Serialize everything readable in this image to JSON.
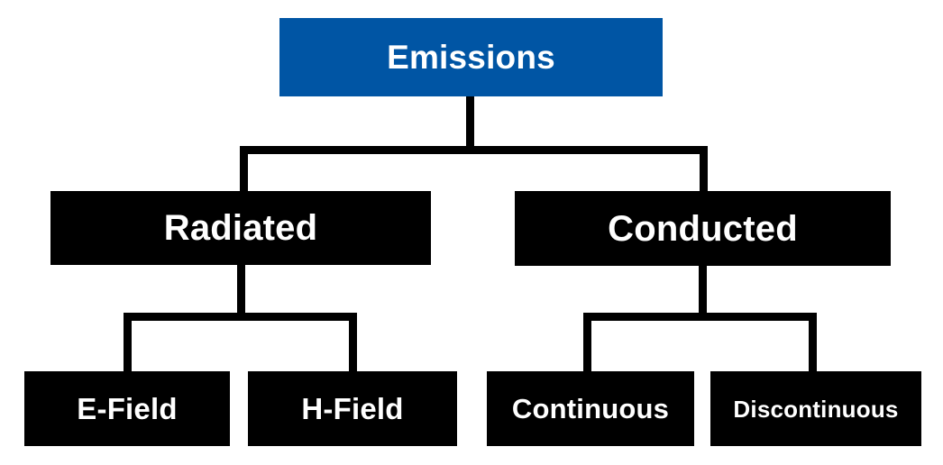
{
  "diagram": {
    "title": "Emissions",
    "type": "hierarchy-tree",
    "orientation": "top-down",
    "levels": 3,
    "colors": {
      "root_fill": "#0055A4",
      "node_fill": "#000000",
      "node_text": "#FFFFFF",
      "connector": "#000000",
      "background": "#FFFFFF"
    },
    "nodes": {
      "root": {
        "label": "Emissions",
        "level": 0
      },
      "branches": [
        {
          "id": "radiated",
          "label": "Radiated",
          "level": 1,
          "parent": "Emissions"
        },
        {
          "id": "conducted",
          "label": "Conducted",
          "level": 1,
          "parent": "Emissions"
        }
      ],
      "leaves": [
        {
          "id": "e-field",
          "label": "E-Field",
          "level": 2,
          "parent": "Radiated"
        },
        {
          "id": "h-field",
          "label": "H-Field",
          "level": 2,
          "parent": "Radiated"
        },
        {
          "id": "continuous",
          "label": "Continuous",
          "level": 2,
          "parent": "Conducted"
        },
        {
          "id": "discontinuous",
          "label": "Discontinuous",
          "level": 2,
          "parent": "Conducted"
        }
      ]
    }
  }
}
